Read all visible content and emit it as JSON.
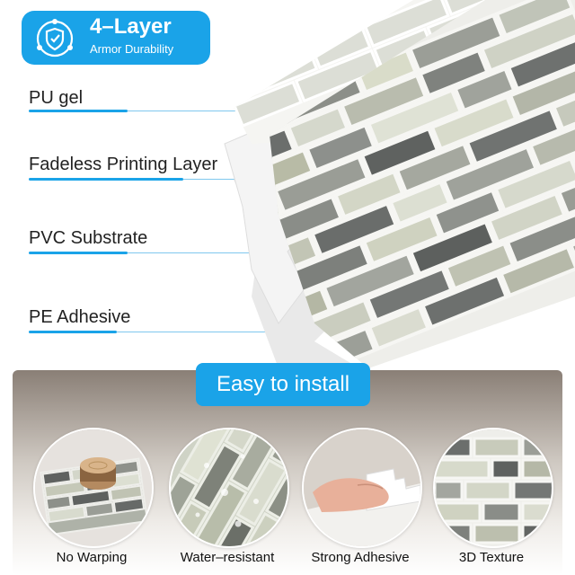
{
  "badge": {
    "title": "4–Layer",
    "subtitle": "Armor Durability",
    "icon": "shield-icon"
  },
  "layers": [
    {
      "label": "PU gel"
    },
    {
      "label": "Fadeless Printing Layer"
    },
    {
      "label": "PVC Substrate"
    },
    {
      "label": "PE Adhesive"
    }
  ],
  "install": {
    "title": "Easy to install"
  },
  "features": [
    {
      "label": "No Warping",
      "icon": "tile-with-wood-block-image"
    },
    {
      "label": "Water–resistant",
      "icon": "water-drops-tile-image"
    },
    {
      "label": "Strong Adhesive",
      "icon": "hand-pressing-tile-image"
    },
    {
      "label": "3D Texture",
      "icon": "tile-closeup-image"
    }
  ],
  "colors": {
    "accent": "#1aa3e8",
    "text": "#222222"
  }
}
